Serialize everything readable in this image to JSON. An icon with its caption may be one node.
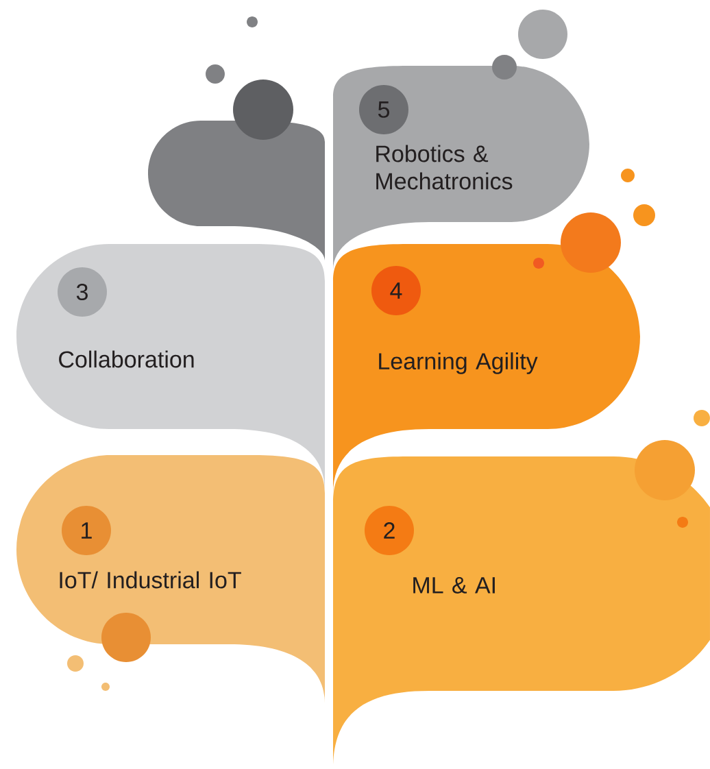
{
  "diagram": {
    "nodes": [
      {
        "text": [],
        "shape": "box"
      },
      {
        "text": [
          "5",
          "Robotics & Mechatronics"
        ]
      },
      {
        "text": [
          "3",
          "Collaboration"
        ]
      },
      {
        "text": [
          "4",
          "Learning Agility"
        ]
      },
      {
        "text": [
          "1",
          "IoT/ Industrial IoT"
        ]
      },
      {
        "text": [
          "2",
          "ML & AI"
        ]
      }
    ]
  }
}
